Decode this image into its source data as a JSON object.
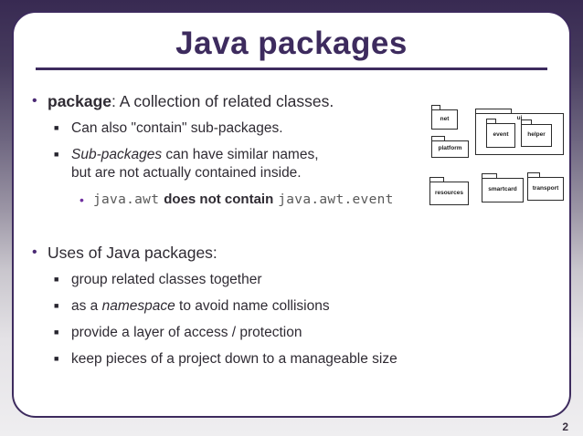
{
  "title": "Java packages",
  "page_number": "2",
  "content": {
    "b1_term": "package",
    "b1_rest": ": A collection of related classes.",
    "sub1": "Can also \"contain\" sub-packages.",
    "sub2_italic": "Sub-packages",
    "sub2_rest": " can have similar names,",
    "sub2_line2": "but are not actually contained inside.",
    "code_left": "java.awt",
    "code_mid": "does not contain",
    "code_right": "java.awt.event",
    "b2_heading": "Uses of Java packages:",
    "b2_items": [
      {
        "pre": "group related classes together",
        "italic": "",
        "post": ""
      },
      {
        "pre": "as a ",
        "italic": "namespace",
        "post": " to avoid name collisions"
      },
      {
        "pre": "provide a layer of access / protection",
        "italic": "",
        "post": ""
      },
      {
        "pre": "keep pieces of a project down to a manageable size",
        "italic": "",
        "post": ""
      }
    ]
  },
  "diagram": {
    "folders": {
      "net": "net",
      "platform": "platform",
      "ui": "ui",
      "event": "event",
      "helper": "helper",
      "resources": "resources",
      "smartcard": "smartcard",
      "transport": "transport"
    }
  },
  "colors": {
    "accent": "#3d2b5e",
    "bullet_level1": "#4b2a74",
    "bullet_level3": "#7030a0",
    "code_text": "#595959",
    "body_text": "#2f2b33",
    "background_top": "#382a52",
    "background_bottom": "#efeef0"
  }
}
